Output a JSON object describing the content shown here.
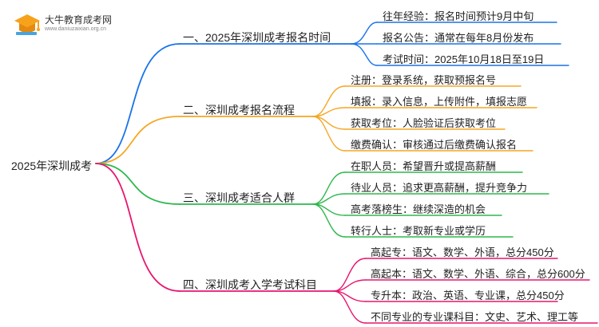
{
  "logo": {
    "title": "大牛教育成考网",
    "url_text": "www.daniuzaixian.org.cn"
  },
  "root": {
    "label": "2025年深圳成考"
  },
  "colors": {
    "b1": "#1a73e8",
    "b2": "#f5a623",
    "b3": "#2db84c",
    "b4": "#e8156e"
  },
  "branches": [
    {
      "label": "一、2025年深圳成考报名时间",
      "leaves": [
        "往年经验：报名时间预计9月中旬",
        "报名公告：通常在每年8月份发布",
        "考试时间：2025年10月18日至19日"
      ]
    },
    {
      "label": "二、深圳成考报名流程",
      "leaves": [
        "注册：登录系统，获取预报名号",
        "填报：录入信息，上传附件，填报志愿",
        "获取考位：人脸验证后获取考位",
        "缴费确认：审核通过后缴费确认报名"
      ]
    },
    {
      "label": "三、深圳成考适合人群",
      "leaves": [
        "在职人员：希望晋升或提高薪酬",
        "待业人员：追求更高薪酬，提升竞争力",
        "高考落榜生：继续深造的机会",
        "转行人士：考取新专业或学历"
      ]
    },
    {
      "label": "四、深圳成考入学考试科目",
      "leaves": [
        "高起专：语文、数学、外语，总分450分",
        "高起本：语文、数学、外语、综合，总分600分",
        "专升本：政治、英语、专业课，总分450分",
        "不同专业的专业课科目：文史、艺术、理工等"
      ]
    }
  ]
}
